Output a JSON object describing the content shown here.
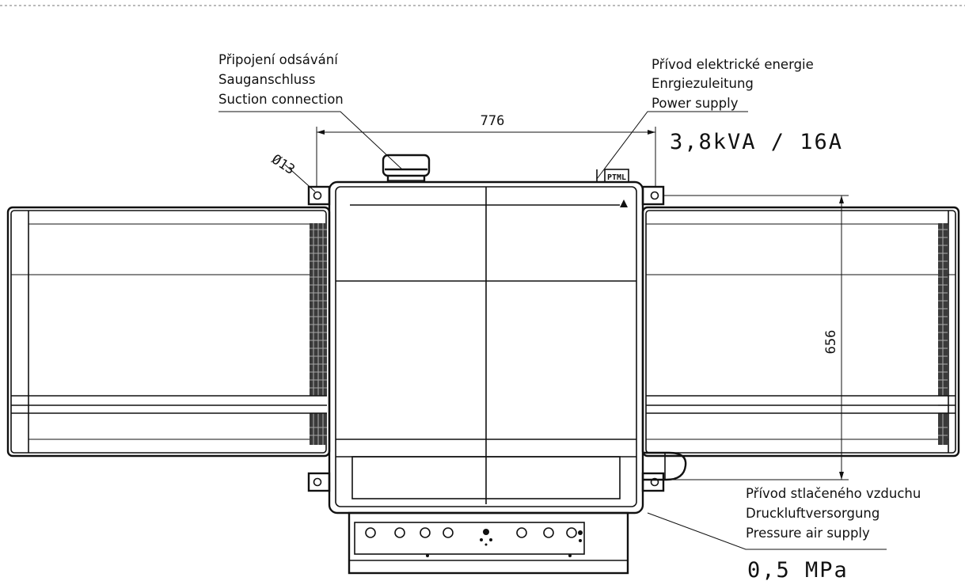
{
  "annotations": {
    "suction": {
      "cz": "Připojení odsávání",
      "de": "Sauganschluss",
      "en": "Suction connection"
    },
    "power": {
      "cz": "Přívod elektrické energie",
      "de": "Enrgiezuleitung",
      "en": "Power supply",
      "value": "3,8kVA / 16A"
    },
    "air": {
      "cz": "Přívod stlačeného vzduchu",
      "de": "Druckluftversorgung",
      "en": "Pressure air supply",
      "value": "0,5 MPa"
    }
  },
  "dimensions": {
    "width": "776",
    "depth": "656",
    "hole_diameter": "Ø13"
  },
  "marker_label": "PTML"
}
